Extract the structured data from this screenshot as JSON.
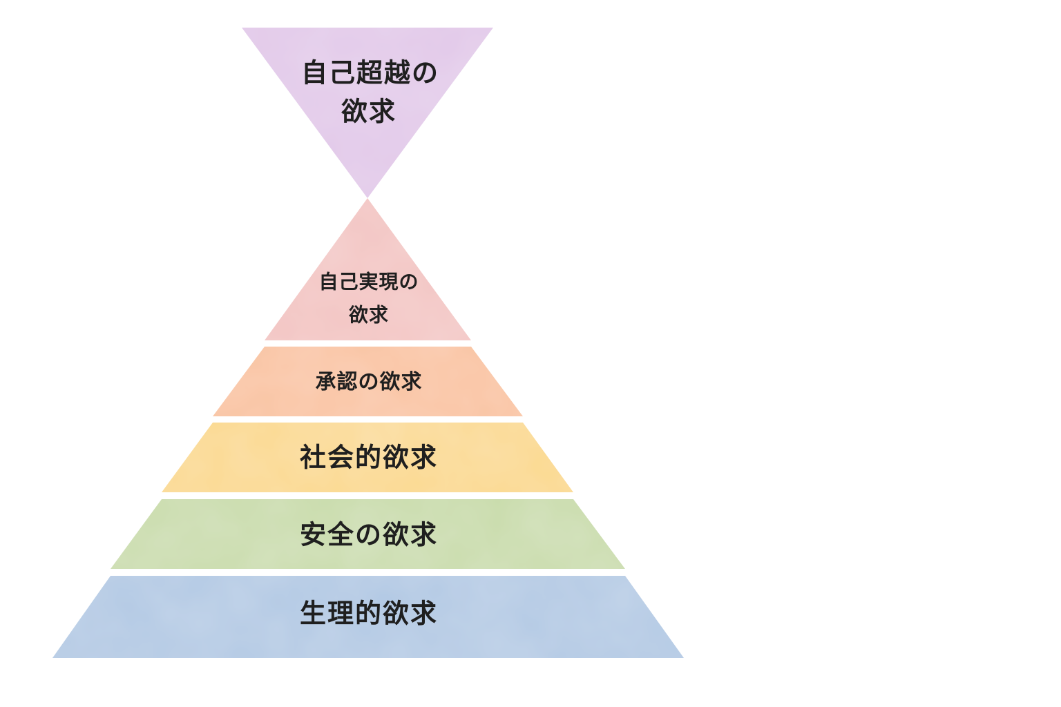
{
  "diagram": {
    "transcendence": {
      "line1": "自己超越の",
      "line2": "欲求",
      "color": "#e2c9e9"
    },
    "self_actualization": {
      "line1": "自己実現の",
      "line2": "欲求",
      "color": "#f3c5c3"
    },
    "esteem": {
      "label": "承認の欲求",
      "color": "#f9c3a0"
    },
    "social": {
      "label": "社会的欲求",
      "color": "#fbd98f"
    },
    "safety": {
      "label": "安全の欲求",
      "color": "#c9dcab"
    },
    "physiological": {
      "label": "生理的欲求",
      "color": "#b2c9e4"
    }
  }
}
